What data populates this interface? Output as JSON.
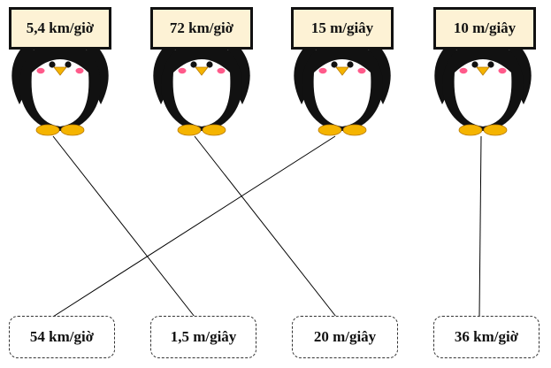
{
  "signs": [
    "5,4 km/giờ",
    "72 km/giờ",
    "15 m/giây",
    "10 m/giây"
  ],
  "answers": [
    "54 km/giờ",
    "1,5 m/giây",
    "20 m/giây",
    "36 km/giờ"
  ],
  "matches": [
    {
      "sign": 0,
      "answer": 1
    },
    {
      "sign": 1,
      "answer": 2
    },
    {
      "sign": 2,
      "answer": 0
    },
    {
      "sign": 3,
      "answer": 3
    }
  ],
  "colors": {
    "sign_fill": "#fdf2d5",
    "beak": "#f5b400",
    "cheek": "#ff5a8a",
    "line": "#000000"
  },
  "icons": [
    "penguin-icon"
  ]
}
